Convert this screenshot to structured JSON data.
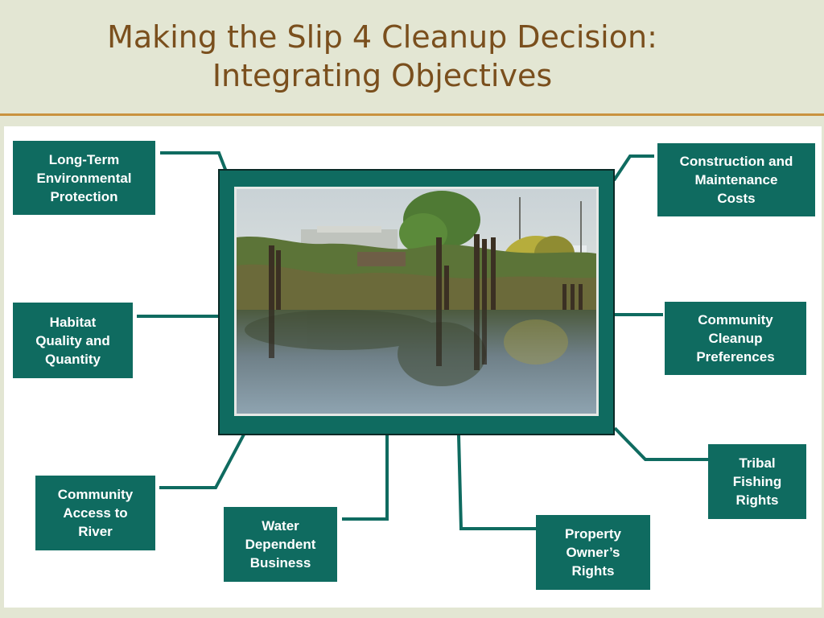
{
  "title": {
    "line1": "Making the Slip 4 Cleanup Decision:",
    "line2": "Integrating Objectives"
  },
  "central_image": {
    "description_icon": "river-slip-photo"
  },
  "colors": {
    "box_fill": "#0f6b60",
    "title_text": "#7a4f1d",
    "rule": "#c9923f",
    "background": "#e3e6d3"
  },
  "objectives": {
    "environmental": [
      "Long-Term",
      "Environmental",
      "Protection"
    ],
    "construction": [
      "Construction and",
      "Maintenance",
      "Costs"
    ],
    "habitat": [
      "Habitat",
      "Quality and",
      "Quantity"
    ],
    "community_cleanup": [
      "Community",
      "Cleanup",
      "Preferences"
    ],
    "tribal": [
      "Tribal",
      "Fishing",
      "Rights"
    ],
    "community_access": [
      "Community",
      "Access to",
      "River"
    ],
    "water_business": [
      "Water",
      "Dependent",
      "Business"
    ],
    "property": [
      "Property",
      "Owner’s",
      "Rights"
    ]
  }
}
